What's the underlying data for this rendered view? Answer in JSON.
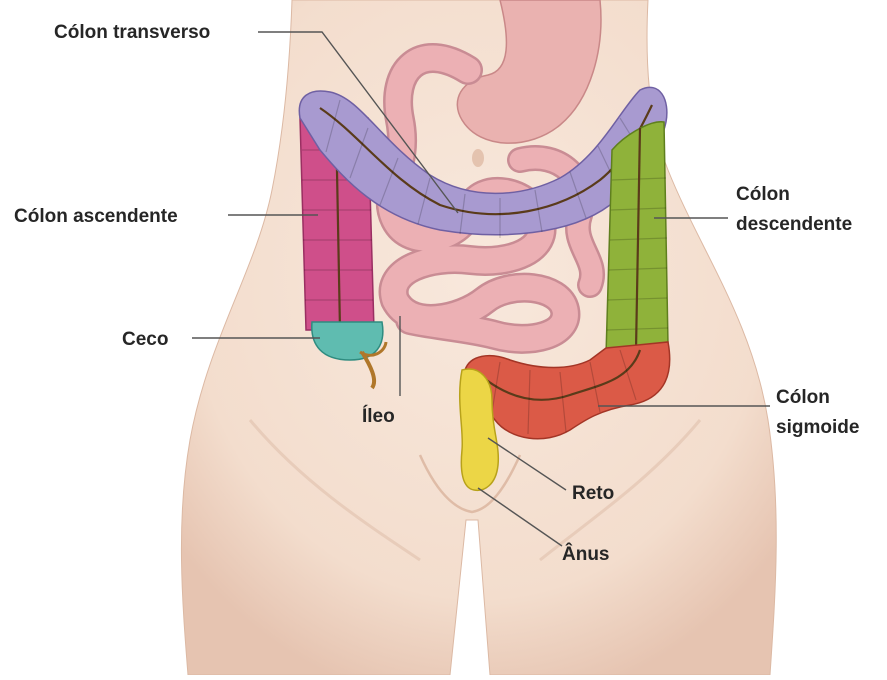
{
  "labels": {
    "transverse": "Cólon transverso",
    "ascending": "Cólon ascendente",
    "descending_1": "Cólon",
    "descending_2": "descendente",
    "cecum": "Ceco",
    "ileum": "Íleo",
    "sigmoid_1": "Cólon",
    "sigmoid_2": "sigmoide",
    "rectum": "Reto",
    "anus": "Ânus"
  },
  "colors": {
    "skin": "#f5e2d4",
    "skin_shadow": "#e7c8b6",
    "stomach": "#eab2b0",
    "small_intestine": "#ecb0b4",
    "transverse_colon": "#a89ad0",
    "ascending_colon": "#cf4f8a",
    "descending_colon": "#8fb23a",
    "sigmoid_colon": "#db5a47",
    "cecum": "#5fbcb0",
    "rectum": "#ecd646",
    "appendix": "#b0772a"
  }
}
